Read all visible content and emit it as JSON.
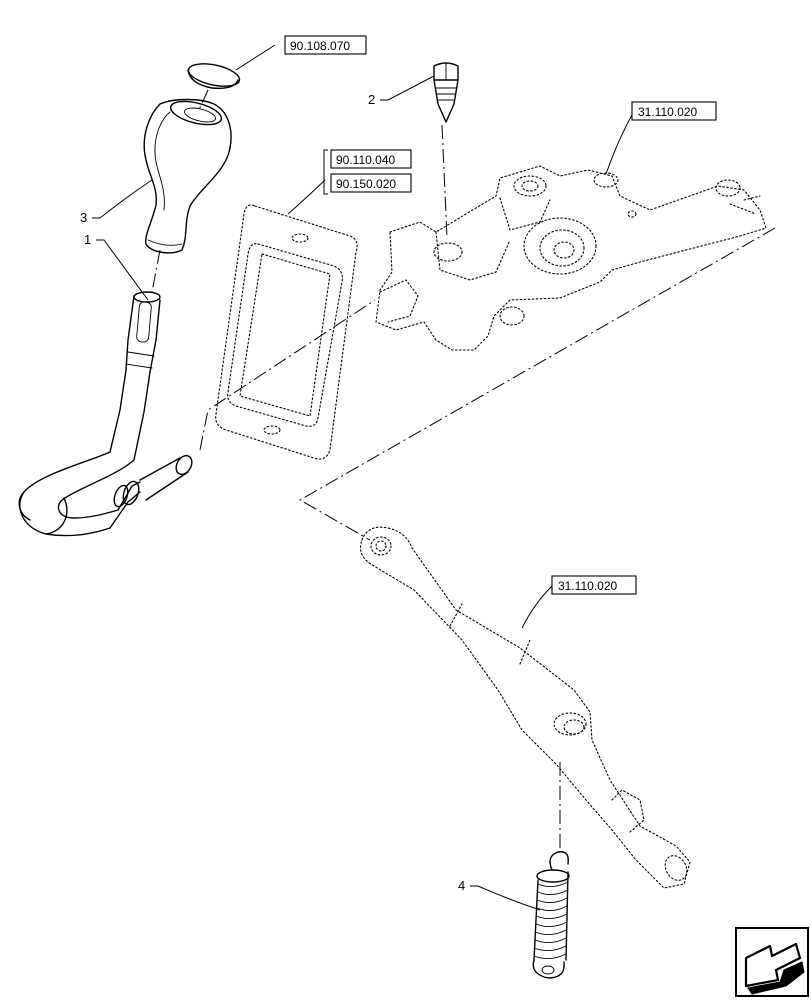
{
  "callouts": {
    "part_1": "1",
    "part_2": "2",
    "part_3": "3",
    "part_4": "4"
  },
  "references": {
    "cap_ref": "90.108.070",
    "boot_ref_a": "90.110.040",
    "boot_ref_b": "90.150.020",
    "housing_ref": "31.110.020",
    "lever_ref": "31.110.020"
  },
  "icons": {
    "corner": "back-arrow-icon"
  }
}
